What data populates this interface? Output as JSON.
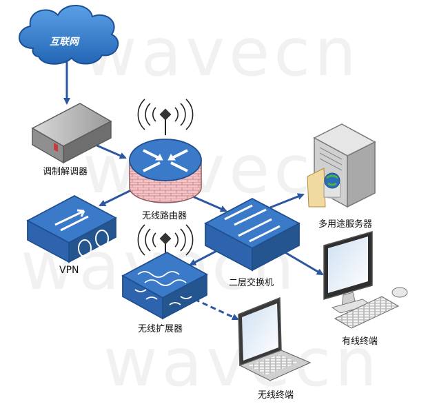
{
  "watermark": "wavecn",
  "cloud_label": "互联网",
  "nodes": {
    "modem": "调制解调器",
    "router": "无线路由器",
    "vpn": "VPN",
    "switch": "二层交换机",
    "server": "多用途服务器",
    "extender": "无线扩展器",
    "wired_terminal": "有线终端",
    "wireless_terminal": "无线终端"
  },
  "colors": {
    "blue": "#3b79c9",
    "blue_dark": "#1f4f8e",
    "arrow": "#2b56a0",
    "brick": "#e9a2a6"
  }
}
